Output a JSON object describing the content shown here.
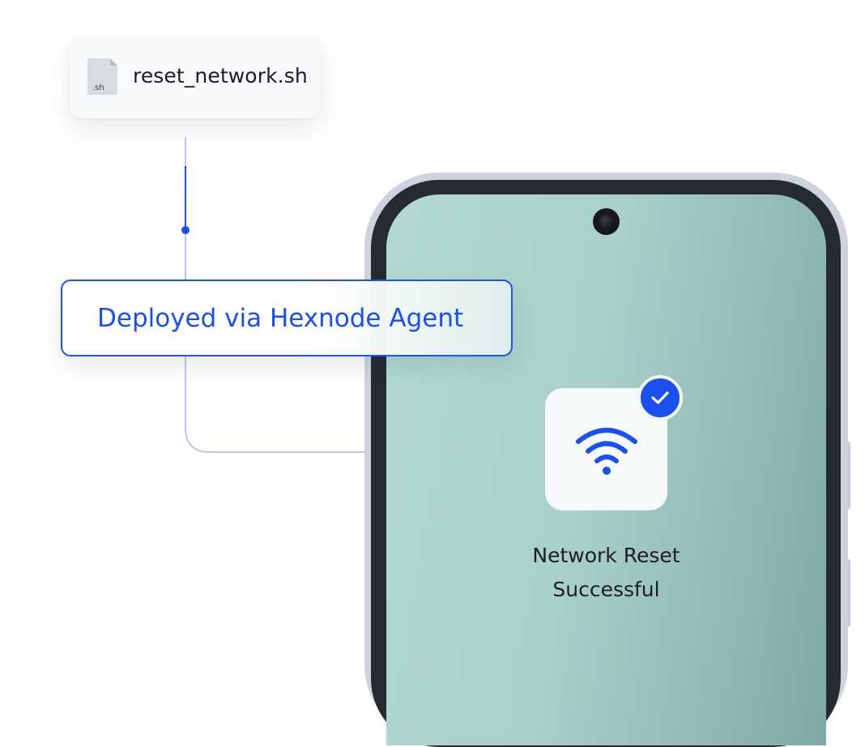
{
  "file": {
    "name": "reset_network.sh",
    "extension": ".sh",
    "icon": "file-document-icon"
  },
  "deployment": {
    "label": "Deployed via Hexnode Agent"
  },
  "phone": {
    "status_line1": "Network Reset",
    "status_line2": "Successful",
    "icons": [
      "wifi-icon",
      "check-icon",
      "camera-icon"
    ]
  },
  "colors": {
    "accent": "#1a4ff0",
    "connector": "#b7c2ef",
    "screen_start": "#b2d8d1",
    "screen_end": "#7ea8a3",
    "phone_bezel": "#262a33"
  }
}
